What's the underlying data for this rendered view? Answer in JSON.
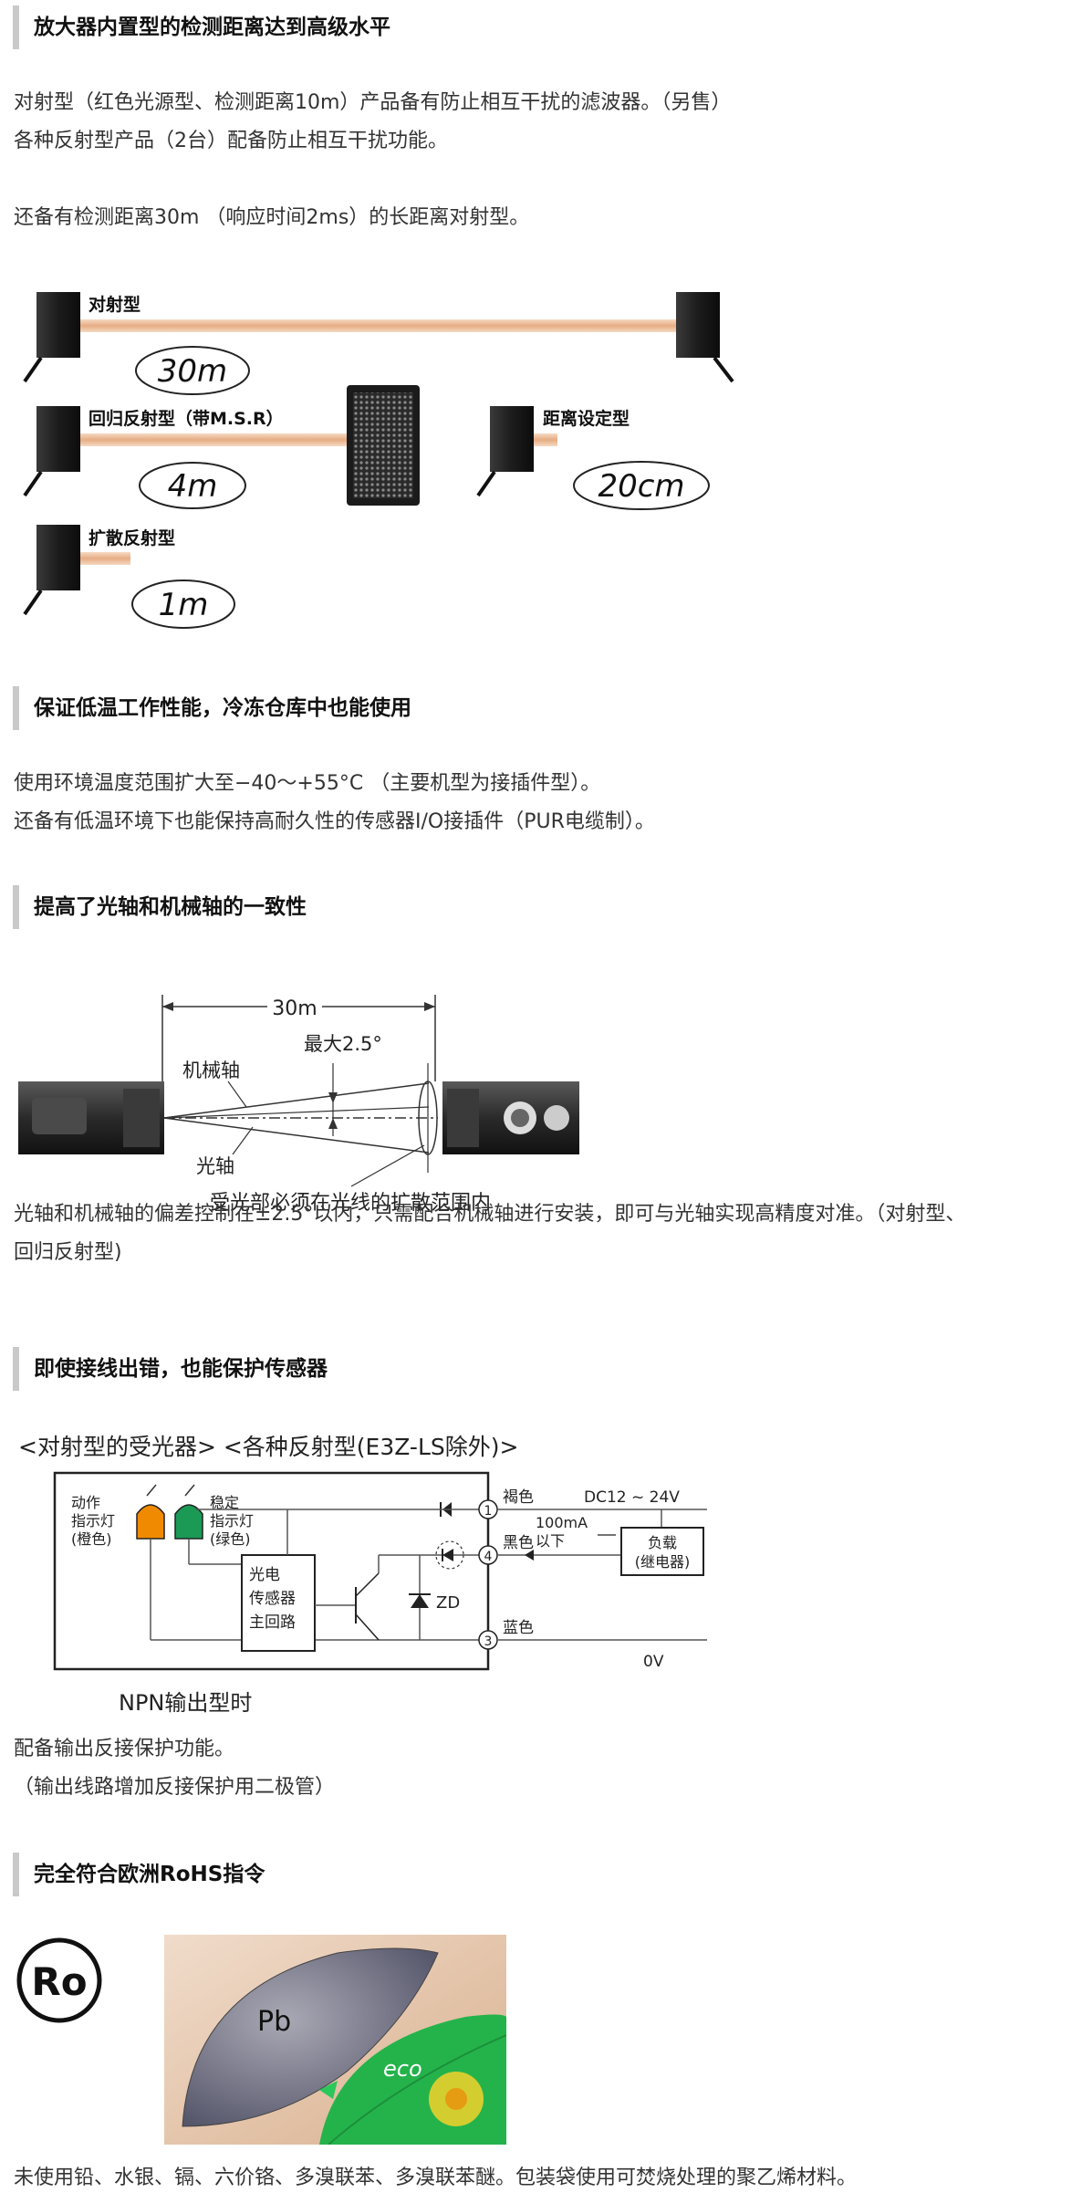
{
  "sec1": {
    "heading": "放大器内置型的检测距离达到高级水平",
    "lines": [
      "对射型（红色光源型、检测距离10m）产品备有防止相互干扰的滤波器。（另售）",
      "各种反射型产品（2台）配备防止相互干扰功能。",
      "还备有检测距离30m （响应时间2ms）的长距离对射型。"
    ],
    "figure": {
      "through_label": "对射型",
      "through_dist": "30m",
      "retro_label": "回归反射型（带M.S.R）",
      "retro_dist": "4m",
      "distset_label": "距离设定型",
      "distset_dist": "20cm",
      "diffuse_label": "扩散反射型",
      "diffuse_dist": "1m"
    }
  },
  "sec2": {
    "heading": "保证低温工作性能，冷冻仓库中也能使用",
    "lines": [
      "使用环境温度范围扩大至−40～+55°C （主要机型为接插件型）。",
      "还备有低温环境下也能保持高耐久性的传感器I/O接插件（PUR电缆制）。"
    ]
  },
  "sec3": {
    "heading": "提高了光轴和机械轴的一致性",
    "figure": {
      "distance": "30m",
      "max_angle": "最大2.5°",
      "mech_axis": "机械轴",
      "optical_axis": "光轴",
      "caption": "受光部必须在光线的扩散范围内"
    },
    "lines": [
      "光轴和机械轴的偏差控制在±2.5°以内，只需配合机械轴进行安装，即可与光轴实现高精度对准。（对射型、",
      "回归反射型)"
    ]
  },
  "sec4": {
    "heading": "即使接线出错，也能保护传感器",
    "figure": {
      "title": "<对射型的受光器> <各种反射型(E3Z-LS除外)>",
      "op_led": [
        "动作",
        "指示灯",
        "(橙色)"
      ],
      "st_led": [
        "稳定",
        "指示灯",
        "(绿色)"
      ],
      "main_circuit": [
        "光电",
        "传感器",
        "主回路"
      ],
      "zd": "ZD",
      "pin1": "1",
      "pin4": "4",
      "pin3": "3",
      "brown": "褐色",
      "black": "黑色",
      "blue": "蓝色",
      "dc": "DC12 ~ 24V",
      "current": [
        "100mA",
        "以下"
      ],
      "load": [
        "负载",
        "(继电器)"
      ],
      "zero_v": "0V",
      "caption": "NPN输出型时"
    },
    "lines": [
      "配备输出反接保护功能。",
      "（输出线路增加反接保护用二极管）"
    ]
  },
  "sec5": {
    "heading": "完全符合欧洲RoHS指令",
    "ro": "Ro",
    "pb": "Pb",
    "eco": "eco",
    "lines": [
      "未使用铅、水银、镉、六价铬、多溴联苯、多溴联苯醚。包装袋使用可焚烧处理的聚乙烯材料。"
    ]
  },
  "colors": {
    "beam": "#e9b994",
    "led_orange": "#f08a00",
    "led_green": "#1a9a55",
    "leaf_green": "#24b34b",
    "bg_tan": "#e4c2a4"
  }
}
